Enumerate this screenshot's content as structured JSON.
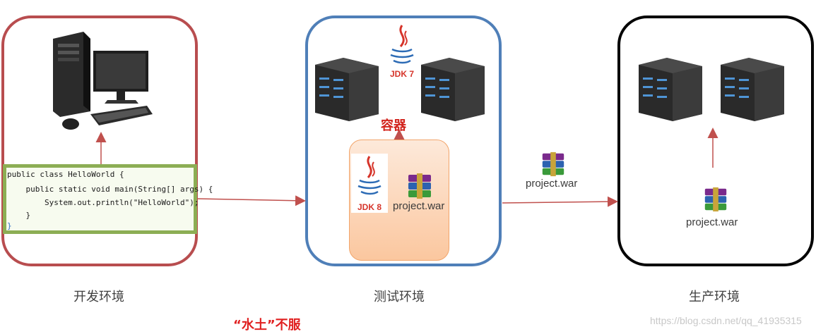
{
  "environments": {
    "dev": {
      "label": "开发环境"
    },
    "test": {
      "label": "测试环境"
    },
    "prod": {
      "label": "生产环境"
    }
  },
  "code": {
    "lines": [
      "public class HelloWorld {",
      "    public static void main(String[] args) {",
      "        System.out.println(\"HelloWorld\");",
      "    }",
      "}"
    ]
  },
  "test_env": {
    "server_jdk": "JDK 7",
    "container_label": "容器",
    "container_jdk": "JDK 8",
    "container_war": "project.war"
  },
  "transfer_war": "project.war",
  "prod_war": "project.war",
  "slogan": "“水土”不服",
  "watermark": "https://blog.csdn.net/qq_41935315",
  "colors": {
    "dev_border": "#b84d4f",
    "test_border": "#4f7fb8",
    "prod_border": "#000000",
    "arrow": "#c0504d",
    "code_border": "#8cae54",
    "container_fill": "#fbc79f",
    "slogan": "#e02020"
  },
  "icons": [
    "desktop-computer-icon",
    "server-rack-icon",
    "java-logo-icon",
    "winrar-archive-icon"
  ]
}
